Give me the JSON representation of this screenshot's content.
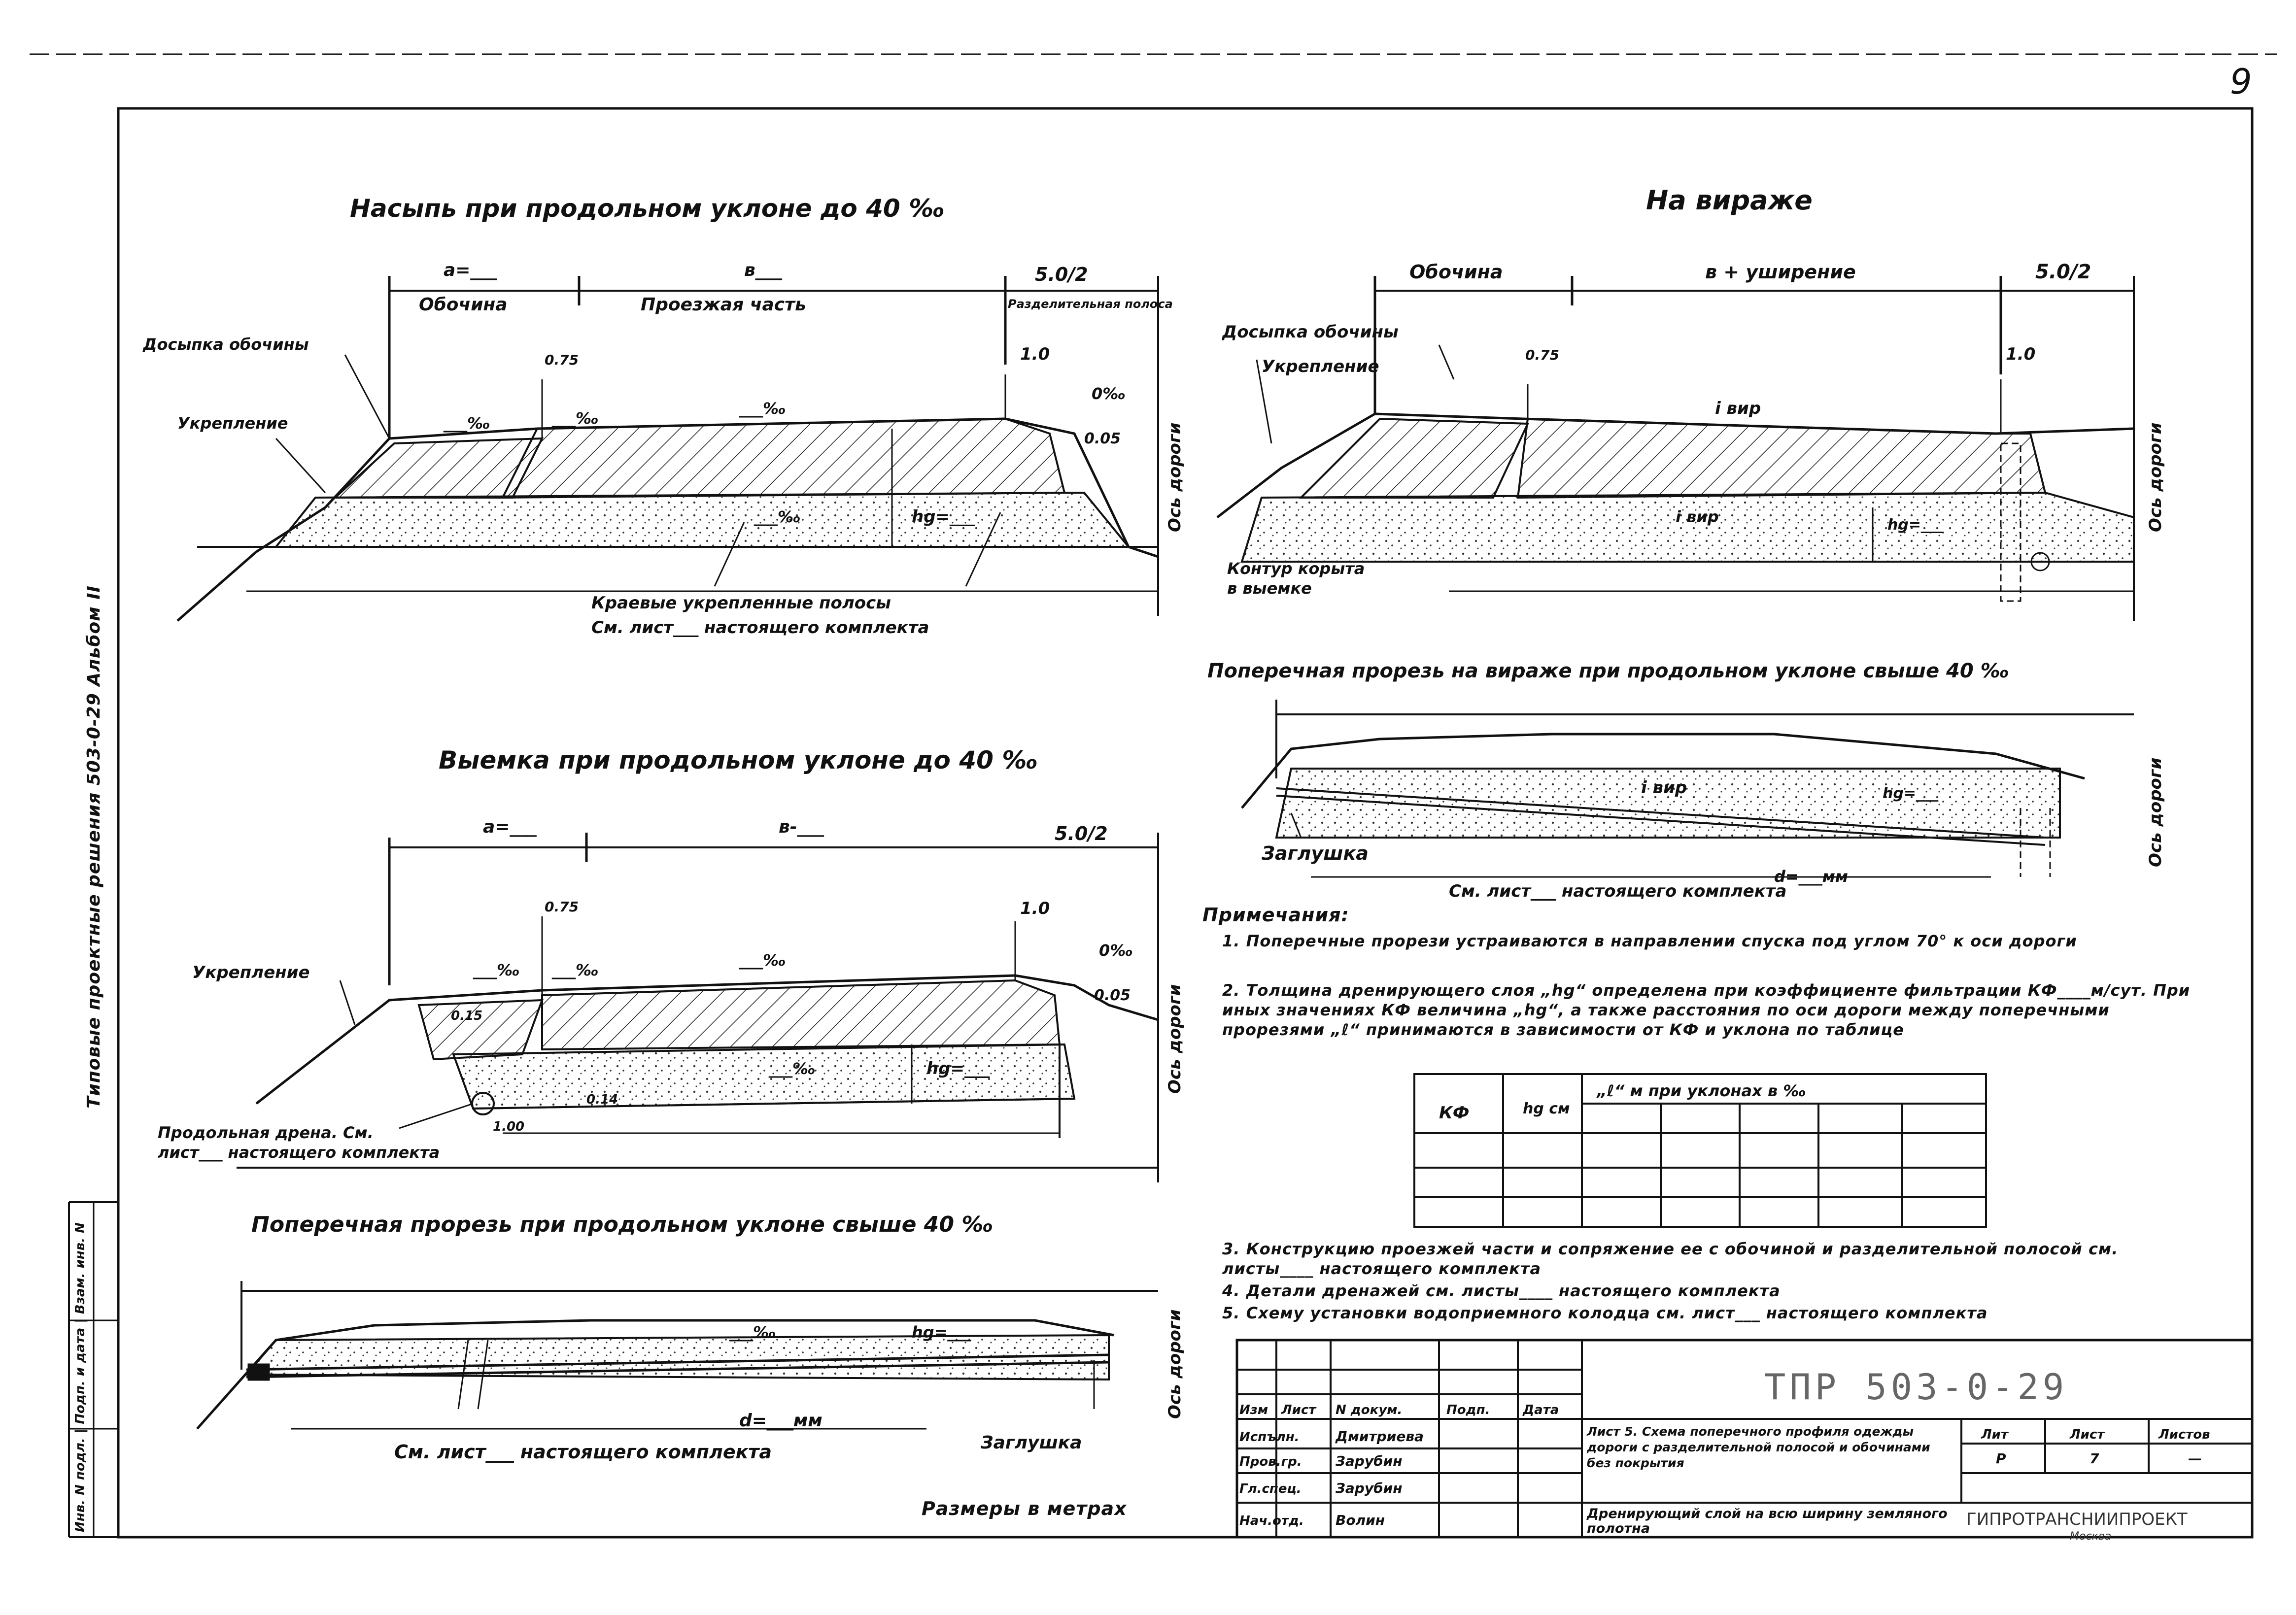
{
  "page_number": "9",
  "side_stamp": "Типовые проектные решения 503-0-29 Альбом II",
  "inventory_column": "Инв. N подл. | Подп. и дата | Взам. инв. N",
  "diagrams": {
    "embankment": {
      "title": "Насыпь при продольном уклоне до 40 ‰",
      "labels": {
        "a": "а=___",
        "b": "в___",
        "half_divider": "5.0/2",
        "shoulder": "Обочина",
        "carriageway": "Проезжая часть",
        "divider_strip": "Разделительная полоса",
        "shoulder_topup": "Досыпка обочины",
        "reinforcement": "Укрепление",
        "dim_075": "0.75",
        "dim_10": "1.0",
        "dim_005": "0.05",
        "slope_left": "___‰",
        "slope_mid": "___‰",
        "slope_main": "___‰",
        "slope_zero": "0‰",
        "slope_bottom": "___‰",
        "hg": "hg=___",
        "edge_strips": "Краевые укрепленные полосы",
        "see_sheet": "См. лист___ настоящего комплекта",
        "road_axis": "Ось дороги"
      }
    },
    "superelevation": {
      "title": "На вираже",
      "labels": {
        "shoulder": "Обочина",
        "b_widen": "в + уширение",
        "half_divider": "5.0/2",
        "shoulder_topup": "Досыпка обочины",
        "reinforcement": "Укрепление",
        "dim_075": "0.75",
        "dim_10": "1.0",
        "i_vir_top": "i вир",
        "i_vir_bottom": "i вир",
        "hg": "hg=___",
        "cut_contour_1": "Контур корыта",
        "cut_contour_2": "в выемке",
        "road_axis": "Ось дороги"
      }
    },
    "cross_drain_vir": {
      "title": "Поперечная прорезь на вираже при продольном уклоне свыше 40 ‰",
      "labels": {
        "i_vir": "i вир",
        "hg": "hg=___",
        "plug": "Заглушка",
        "d": "d=___мм",
        "see_sheet": "См. лист___ настоящего комплекта",
        "road_axis": "Ось дороги"
      }
    },
    "cut": {
      "title": "Выемка при продольном уклоне до 40 ‰",
      "labels": {
        "a": "а=___",
        "b": "в-___",
        "half_divider": "5.0/2",
        "reinforcement": "Укрепление",
        "dim_075": "0.75",
        "dim_10": "1.0",
        "dim_015": "0.15",
        "dim_014": "0.14",
        "dim_100": "1.00",
        "dim_005": "0.05",
        "slope_a": "___‰",
        "slope_b": "___‰",
        "slope_main": "___‰",
        "slope_zero": "0‰",
        "slope_bottom": "___‰",
        "hg": "hg=___",
        "long_drain": "Продольная дрена. См.",
        "long_drain_2": "лист___ настоящего комплекта",
        "road_axis": "Ось дороги"
      }
    },
    "cross_drain": {
      "title": "Поперечная прорезь при продольном уклоне свыше 40 ‰",
      "labels": {
        "slope": "___‰",
        "hg": "hg=___",
        "d": "d=___мм",
        "plug": "Заглушка",
        "see_sheet": "См. лист___ настоящего комплекта",
        "road_axis": "Ось дороги"
      }
    }
  },
  "notes": {
    "heading": "Примечания:",
    "items": [
      "1. Поперечные прорези устраиваются в направлении спуска под углом 70° к оси дороги",
      "2. Толщина дренирующего слоя „hg“ определена при коэффициенте фильтрации КФ____м/сут. При иных значениях КФ величина „hg“, а также расстояния по оси дороги между поперечными прорезями „ℓ“ принимаются в зависимости от КФ и уклона по таблице",
      "3. Конструкцию проезжей части и сопряжение ее с обочиной и разделительной полосой см. листы____ настоящего комплекта",
      "4. Детали дренажей см. листы____ настоящего комплекта",
      "5. Схему установки водоприемного колодца см. лист___ настоящего комплекта"
    ]
  },
  "kf_table": {
    "col_kf": "КФ",
    "col_hg": "hg см",
    "col_l": "„ℓ“ м при уклонах в ‰"
  },
  "dimensions_note": "Размеры в метрах",
  "title_block": {
    "code": "ТПР 503-0-29",
    "header_cols": [
      "Изм",
      "Лист",
      "N докум.",
      "Подп.",
      "Дата"
    ],
    "rows": [
      [
        "Испълн.",
        "Дмитриева"
      ],
      [
        "Пров.гр.",
        "Зарубин"
      ],
      [
        "Гл.спец.",
        "Зарубин"
      ],
      [
        "Нач.отд.",
        "Волин"
      ]
    ],
    "description_1": "Лист 5. Схема поперечного профиля одежды дороги с разделительной полосой и обочинами без покрытия",
    "description_2": "Дренирующий слой на всю ширину земляного полотна",
    "stage_headers": [
      "Лит",
      "Лист",
      "Листов"
    ],
    "stage_values": [
      "Р",
      "7",
      "—"
    ],
    "organization": "ГИПРОТРАНСНИИПРОЕКТ",
    "city": "Москва"
  }
}
